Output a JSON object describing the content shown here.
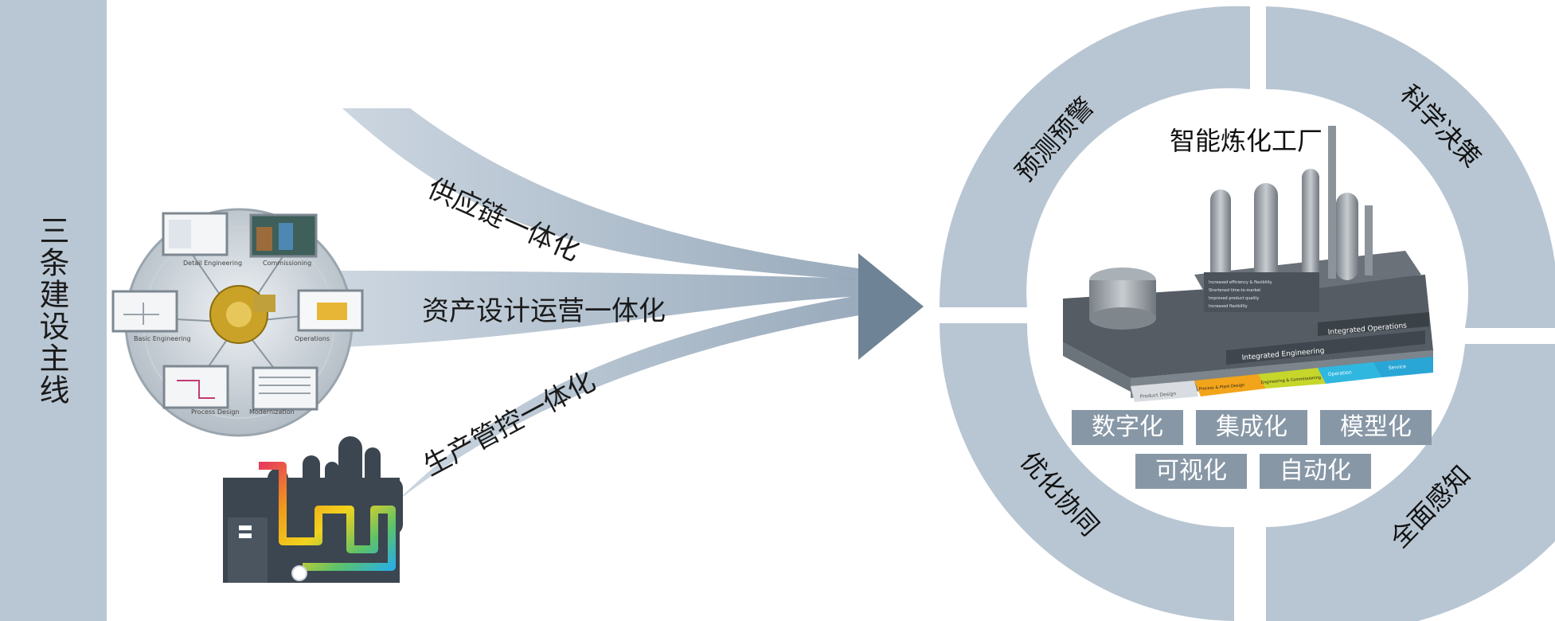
{
  "side_title": "三条建设主线",
  "flows": [
    {
      "label": "供应链一体化"
    },
    {
      "label": "资产设计运营一体化"
    },
    {
      "label": "生产管控一体化"
    }
  ],
  "lifecycle_wheel": {
    "segments": [
      "Detail Engineering",
      "Commissioning",
      "Operations",
      "Modernization",
      "Process Design",
      "Basic Engineering"
    ]
  },
  "ring": {
    "segments": [
      "预测预警",
      "科学决策",
      "全面感知",
      "优化协同"
    ]
  },
  "factory": {
    "title": "智能炼化工厂",
    "bands": [
      "Integrated Operations",
      "Integrated Engineering"
    ],
    "stages": [
      "Product Design",
      "Process & Plant Design",
      "Engineering & Commissioning",
      "Operation",
      "Service"
    ],
    "bullets": [
      "Increased efficiency & flexibility",
      "Shortened time-to-market",
      "Improved product quality",
      "Increased flexibility"
    ]
  },
  "capabilities": [
    "数字化",
    "集成化",
    "模型化",
    "可视化",
    "自动化"
  ],
  "colors": {
    "sidebar": "#b9c7d4",
    "ring": "#b8c6d3",
    "flow_light": "#c3cfdb",
    "arrow_dark": "#6f8396",
    "cap_box": "#8797a6"
  }
}
